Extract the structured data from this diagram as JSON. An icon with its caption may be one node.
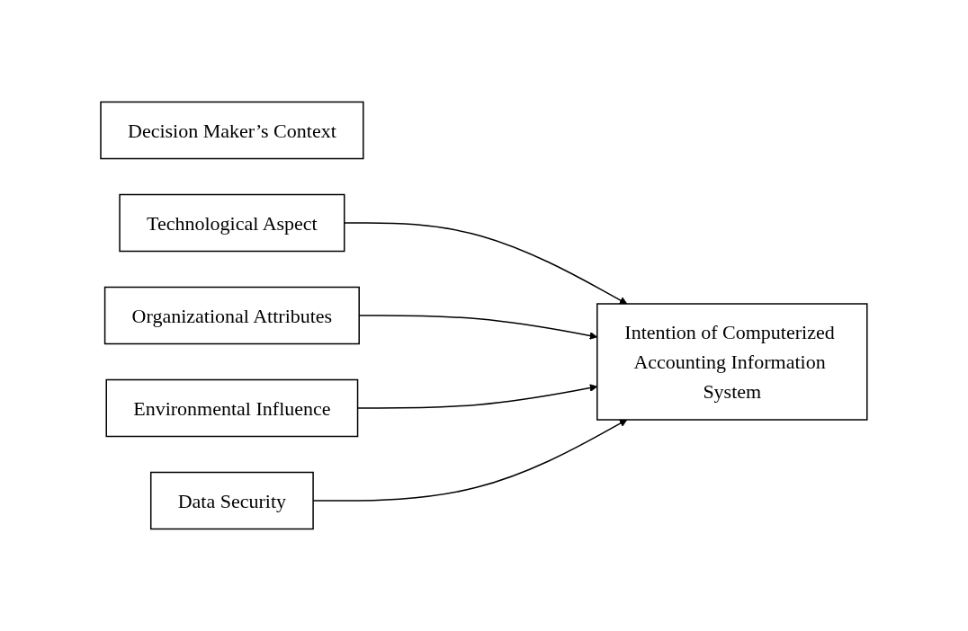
{
  "diagram": {
    "nodes": [
      {
        "text": [
          "Decision Maker’s Context"
        ]
      },
      {
        "text": [
          "Technological Aspect"
        ]
      },
      {
        "text": [
          "Organizational Attributes"
        ]
      },
      {
        "text": [
          "Environmental Influence"
        ]
      },
      {
        "text": [
          "Data Security"
        ]
      },
      {
        "text": [
          "Intention of Computerized Accounting Information System"
        ]
      }
    ],
    "edges": [
      {
        "from": 1,
        "to": 5,
        "arrow": "to"
      },
      {
        "from": 2,
        "to": 5,
        "arrow": "to"
      },
      {
        "from": 3,
        "to": 5,
        "arrow": "to"
      },
      {
        "from": 4,
        "to": 5,
        "arrow": "to"
      }
    ]
  }
}
